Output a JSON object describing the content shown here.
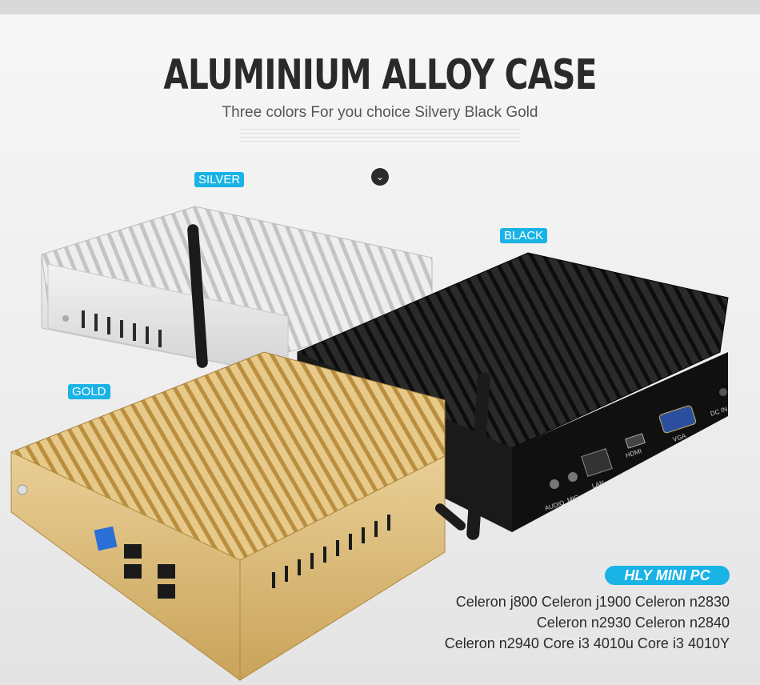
{
  "header": {
    "title": "ALUMINIUM ALLOY CASE",
    "subtitle": "Three colors For you choice Silvery Black  Gold"
  },
  "tags": {
    "silver": "SILVER",
    "black": "BLACK",
    "gold": "GOLD"
  },
  "ports": {
    "audio": "AUDIO",
    "mic": "MIC",
    "lan": "LAN",
    "hdmi": "HDMI",
    "vga": "VGA",
    "dc_in": "DC IN"
  },
  "product": {
    "badge": "HLY MINI PC",
    "cpu_lines": [
      "Celeron j800 Celeron j1900 Celeron n2830",
      "Celeron n2930 Celeron n2840",
      "Celeron n2940 Core i3 4010u Core i3 4010Y"
    ]
  },
  "colors": {
    "accent": "#19b3e6",
    "gold": "#d8b46a",
    "black_case": "#1a1a1a",
    "silver": "#e6e6e6"
  },
  "icons": {
    "scroll": "chevron-down-icon"
  }
}
